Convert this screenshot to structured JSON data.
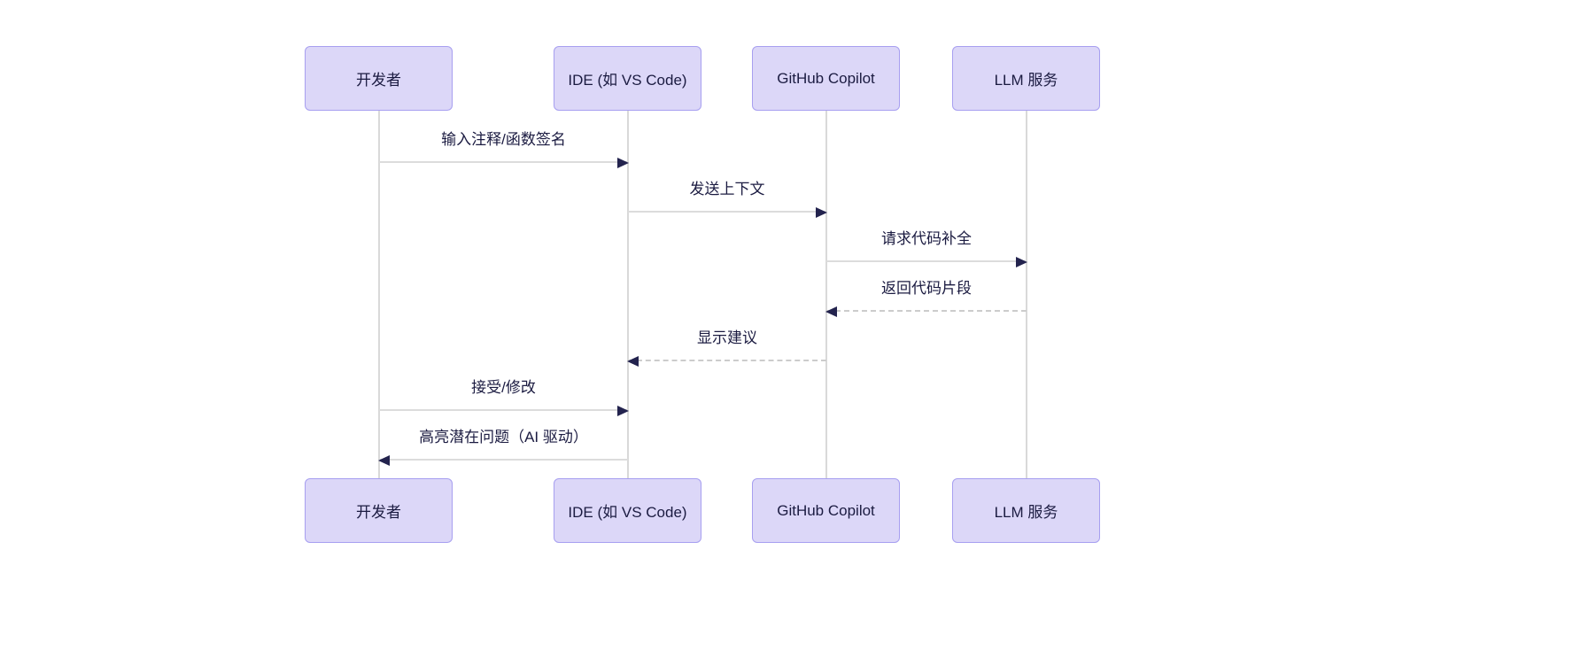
{
  "diagram": {
    "type": "sequence-diagram",
    "actors": [
      {
        "label": "开发者"
      },
      {
        "label": "IDE (如 VS Code)"
      },
      {
        "label": "GitHub Copilot"
      },
      {
        "label": "LLM 服务"
      }
    ],
    "messages": [
      {
        "label": "输入注释/函数签名",
        "from": "开发者",
        "to": "IDE (如 VS Code)",
        "line": "solid",
        "direction": "right"
      },
      {
        "label": "发送上下文",
        "from": "IDE (如 VS Code)",
        "to": "GitHub Copilot",
        "line": "solid",
        "direction": "right"
      },
      {
        "label": "请求代码补全",
        "from": "GitHub Copilot",
        "to": "LLM 服务",
        "line": "solid",
        "direction": "right"
      },
      {
        "label": "返回代码片段",
        "from": "LLM 服务",
        "to": "GitHub Copilot",
        "line": "dashed",
        "direction": "left"
      },
      {
        "label": "显示建议",
        "from": "GitHub Copilot",
        "to": "IDE (如 VS Code)",
        "line": "dashed",
        "direction": "left"
      },
      {
        "label": "接受/修改",
        "from": "开发者",
        "to": "IDE (如 VS Code)",
        "line": "solid",
        "direction": "right"
      },
      {
        "label": "高亮潜在问题（AI 驱动）",
        "from": "IDE (如 VS Code)",
        "to": "开发者",
        "line": "solid",
        "direction": "left"
      }
    ],
    "colors": {
      "background": "#ffffff",
      "actor_fill": "#dcd7f8",
      "actor_border": "#a79ff0",
      "text": "#1b1b41",
      "line": "#dcdcdc",
      "line_dashed": "#cccccc",
      "lifeline": "#d9d9d9",
      "arrowhead": "#23234e"
    }
  }
}
